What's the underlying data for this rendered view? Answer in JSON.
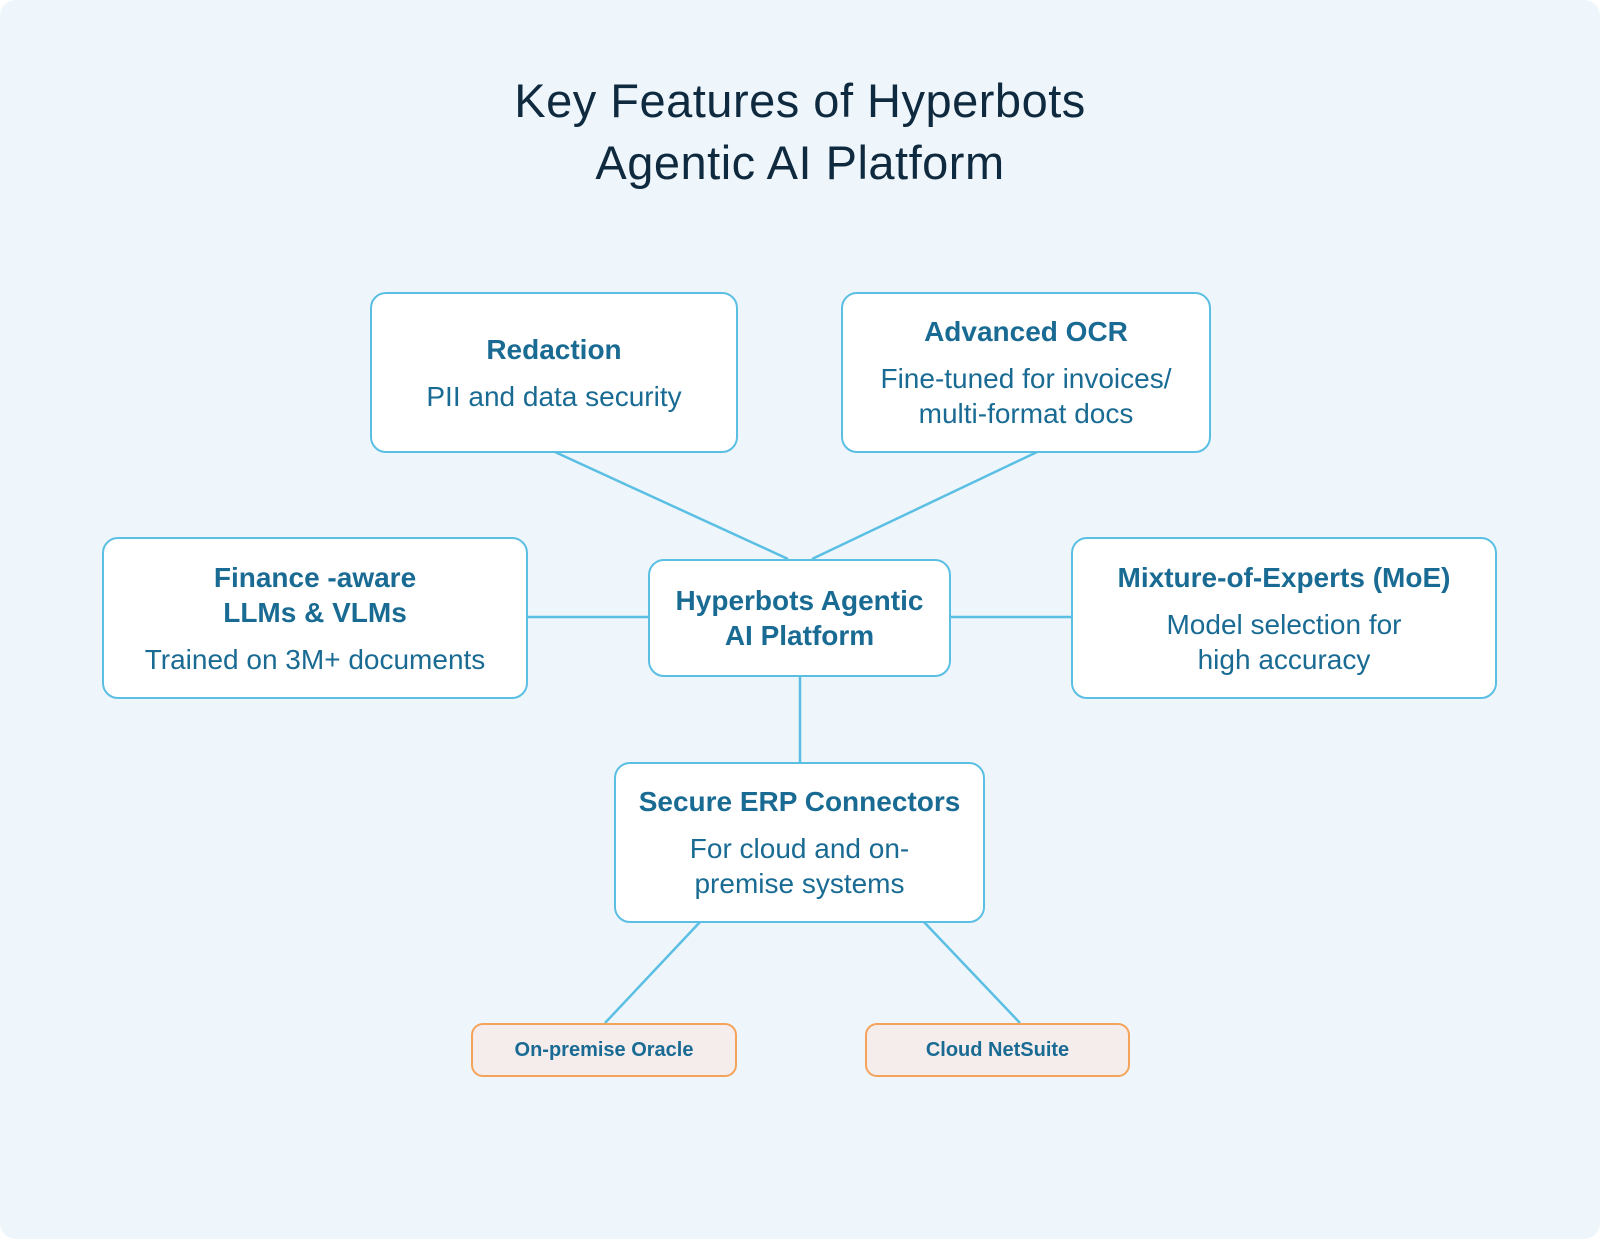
{
  "title": {
    "line1": "Key Features of Hyperbots",
    "line2": "Agentic AI Platform"
  },
  "center": {
    "heading": "Hyperbots Agentic\nAI Platform"
  },
  "features": {
    "redaction": {
      "heading": "Redaction",
      "desc": "PII and data security"
    },
    "ocr": {
      "heading": "Advanced OCR",
      "desc": "Fine-tuned for invoices/\nmulti-format docs"
    },
    "finance": {
      "heading": "Finance -aware\nLLMs & VLMs",
      "desc": "Trained on 3M+ documents"
    },
    "moe": {
      "heading": "Mixture-of-Experts (MoE)",
      "desc": "Model selection for\nhigh accuracy"
    },
    "erp": {
      "heading": "Secure ERP Connectors",
      "desc": "For cloud and on-\npremise systems"
    }
  },
  "erp_targets": {
    "oracle": "On-premise Oracle",
    "netsuite": "Cloud NetSuite"
  },
  "colors": {
    "background": "#eef6fc",
    "title": "#0f2a3f",
    "node_border": "#5bbfe3",
    "node_text": "#1a6b93",
    "leaf_border": "#f4a35a",
    "leaf_fill": "#f5ecec",
    "connector": "#5bbfe3"
  }
}
